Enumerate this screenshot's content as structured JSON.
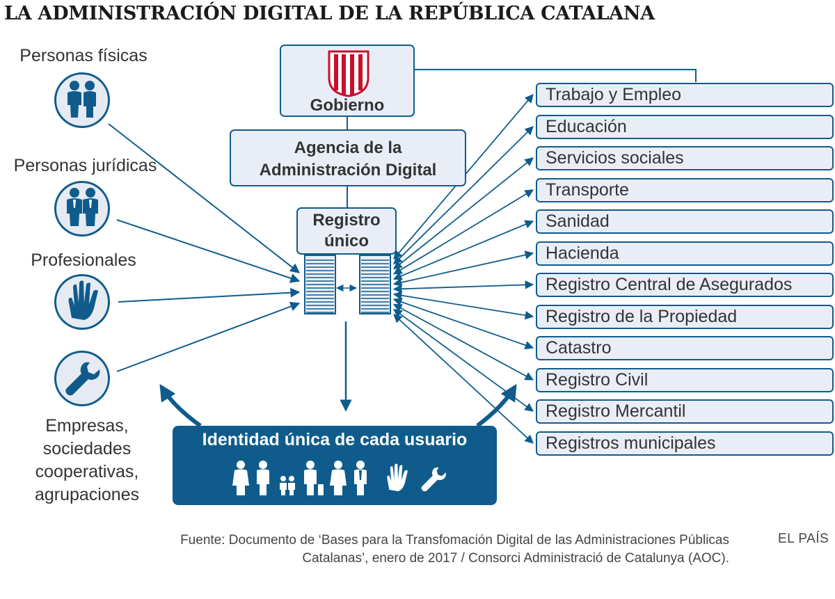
{
  "title": "LA ADMINISTRACIÓN DIGITAL DE LA REPÚBLICA CATALANA",
  "categories": {
    "personas_fisicas": "Personas físicas",
    "personas_juridicas": "Personas jurídicas",
    "profesionales": "Profesionales",
    "empresas": [
      "Empresas,",
      "sociedades",
      "cooperativas,",
      "agrupaciones"
    ]
  },
  "icons": {
    "personas_fisicas": "two-people-icon",
    "personas_juridicas": "two-business-people-icon",
    "profesionales": "hand-icon",
    "empresas": "wrench-icon",
    "gobierno": "catalan-flag-emblem-icon"
  },
  "gobierno": "Gobierno",
  "agencia": [
    "Agencia de la",
    "Administración Digital"
  ],
  "registro": [
    "Registro",
    "único"
  ],
  "services": [
    "Trabajo y Empleo",
    "Educación",
    "Servicios sociales",
    "Transporte",
    "Sanidad",
    "Hacienda",
    "Registro Central de Asegurados",
    "Registro de la Propiedad",
    "Catastro",
    "Registro Civil",
    "Registro Mercantil",
    "Registros municipales"
  ],
  "identidad": "Identidad única de cada usuario",
  "source": [
    "Fuente: Documento de ‘Bases para la Transfomación Digital de las Administraciones Públicas",
    "Catalanas’, enero de 2017 / Consorci Administració de Catalunya (AOC)."
  ],
  "publisher": "EL PAÍS",
  "colors": {
    "accent": "#0f5c8c",
    "box_fill": "#e9eef6",
    "flag_red": "#c8102e",
    "text": "#333333"
  }
}
